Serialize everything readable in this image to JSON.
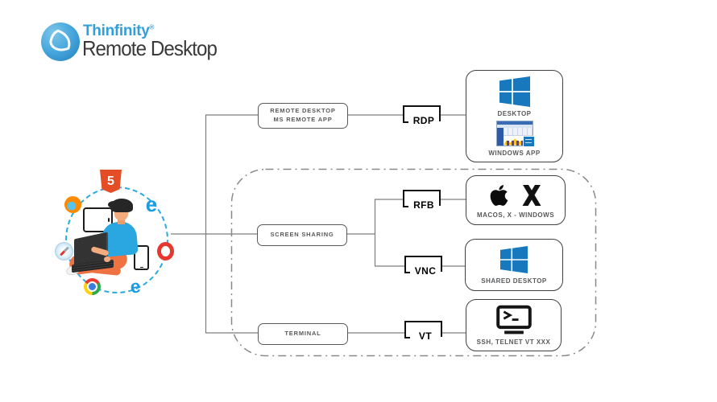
{
  "logo": {
    "brand": "Thinfinity",
    "registered": "®",
    "product": "Remote Desktop"
  },
  "colors": {
    "brand_blue": "#339fd9",
    "accent_blue": "#29abe2",
    "windows_blue": "#1878be",
    "line_gray": "#7d7d7d",
    "label_gray": "#58595b",
    "html5_orange": "#e44d26",
    "opera_red": "#e8372c",
    "shirt_blue": "#2aa7e0",
    "pants_orange": "#ef7243"
  },
  "client": {
    "description": "user with laptop surrounded by dashed circle of client devices and browsers",
    "icons": [
      "html5",
      "firefox",
      "edge",
      "tablet",
      "safari",
      "opera",
      "chrome",
      "internet-explorer",
      "smartphone"
    ],
    "html5_badge": "5",
    "edge_badge": "e",
    "ie_badge": "e"
  },
  "diagram": {
    "remote_desktop": {
      "source_line1": "REMOTE DESKTOP",
      "source_line2": "MS REMOTE APP",
      "protocol": "RDP",
      "target_label_top": "DESKTOP",
      "target_label_bottom": "WINDOWS APP"
    },
    "screen_sharing": {
      "source": "SCREEN SHARING",
      "protocol_rfb": "RFB",
      "target_rfb": "MACOS, X - WINDOWS",
      "target_rfb_x": "X",
      "protocol_vnc": "VNC",
      "target_vnc": "SHARED DESKTOP"
    },
    "terminal": {
      "source": "TERMINAL",
      "protocol": "VT",
      "target": "SSH, TELNET VT XXX"
    }
  }
}
